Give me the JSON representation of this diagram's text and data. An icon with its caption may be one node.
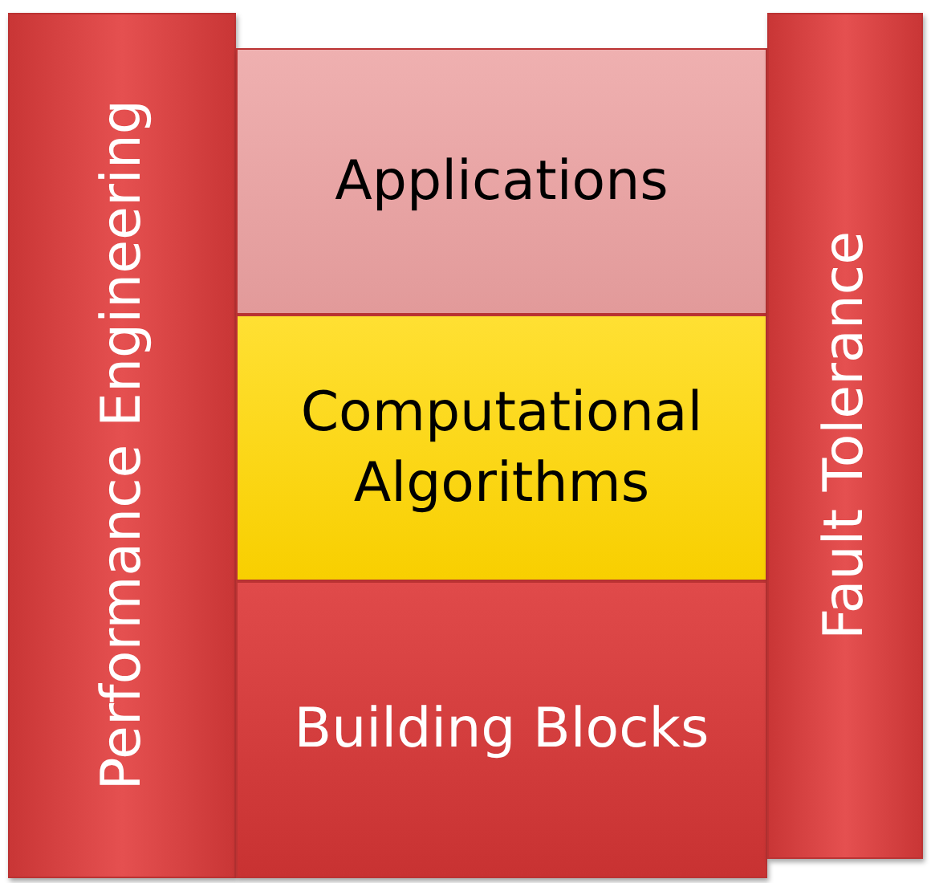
{
  "diagram": {
    "nodes": [
      {
        "text": [
          "Performance Engineering"
        ]
      },
      {
        "text": [
          "Applications"
        ]
      },
      {
        "text": [
          "Computational Algorithms"
        ]
      },
      {
        "text": [
          "Building Blocks"
        ]
      },
      {
        "text": [
          "Fault Tolerance"
        ]
      }
    ]
  }
}
